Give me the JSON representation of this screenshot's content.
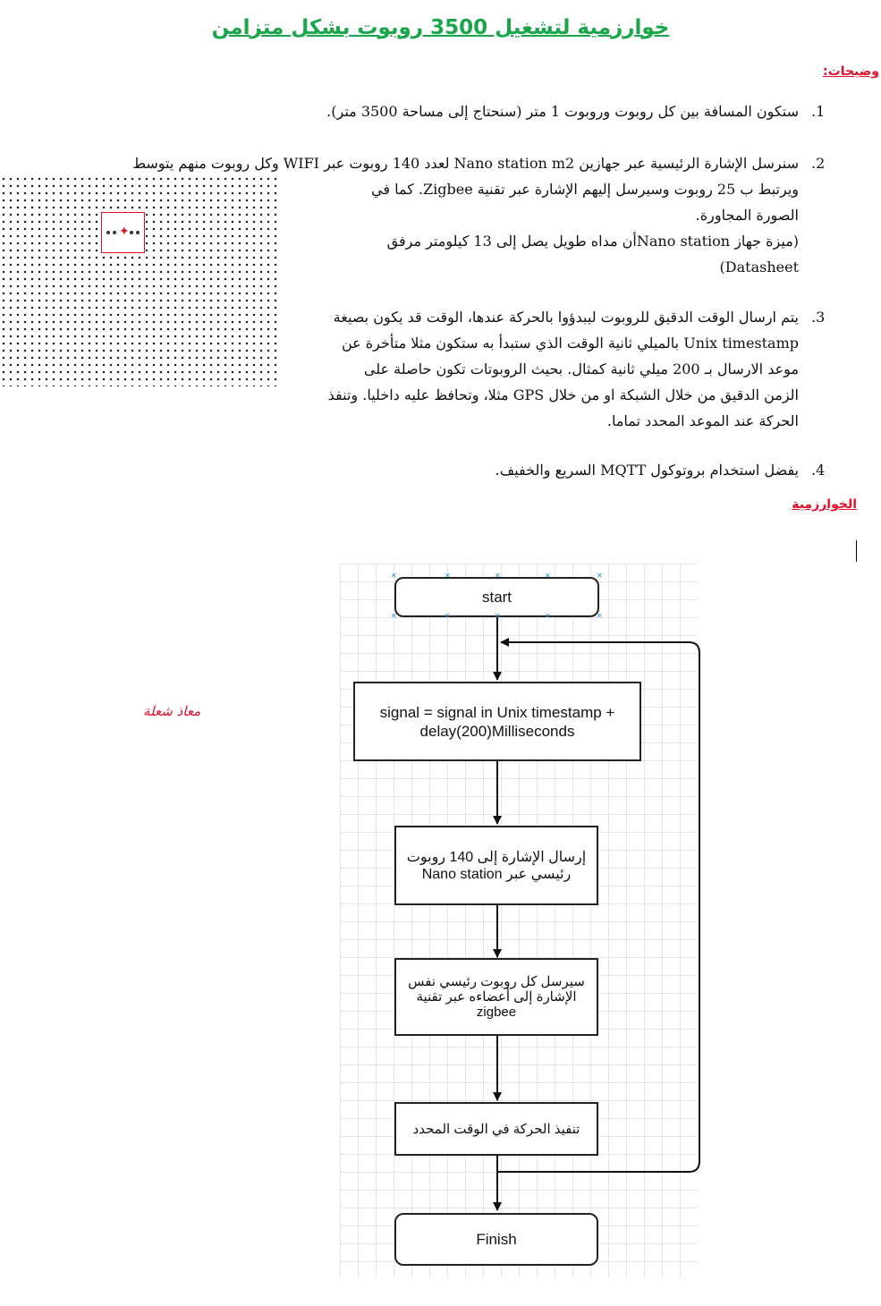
{
  "title": "خوارزمية لتشغيل 3500 روبوت بشكل متزامن",
  "clarifications_heading": "وضيحات:",
  "items": [
    {
      "number": ".1",
      "lines": [
        "ستكون المسافة بين كل روبوت وروبوت 1 متر (سنحتاج إلى مساحة 3500 متر)."
      ]
    },
    {
      "number": ".2",
      "lines": [
        "سنرسل الإشارة الرئيسية عبر جهازين Nano station m2 لعدد 140 روبوت عبر WIFI وكل روبوت منهم يتوسط",
        "ويرتبط ب 25 روبوت وسيرسل إليهم الإشارة عبر تقنية Zigbee. كما في",
        "الصورة المجاورة.",
        "(ميزة جهاز Nano stationأن مداه طويل يصل إلى 13 كيلومتر مرفق",
        "Datasheet)"
      ]
    },
    {
      "number": ".3",
      "lines": [
        "يتم ارسال الوقت الدقيق للروبوت ليبدؤوا بالحركة عندها، الوقت قد يكون بصيغة",
        "Unix timestamp بالميلي ثانية الوقت الذي ستبدأ به ستكون مثلا متأخرة عن",
        "موعد الارسال بـ 200 ميلي ثانية كمثال. بحيث الروبوتات تكون حاصلة على",
        "الزمن الدقيق من خلال الشبكة او من خلال GPS مثلا، وتحافظ عليه داخليا. وتنفذ",
        "الحركة عند الموعد المحدد تماما."
      ]
    },
    {
      "number": ".4",
      "lines": [
        "يفضل استخدام بروتوكول MQTT السريع والخفيف."
      ]
    }
  ],
  "algorithm_heading": "الخوارزمية",
  "signature": "معاذ شعلة",
  "flowchart": {
    "start": "start",
    "step1": "signal = signal in Unix timestamp + delay(200)Milliseconds",
    "step2": "إرسال الإشارة إلى 140 روبوت رئيسي عبر Nano station",
    "step3": "سيرسل كل روبوت رئيسي نفس الإشارة إلى أعضاءه عبر تقنية zigbee",
    "step4": "تنفيذ الحركة في الوقت المحدد",
    "finish": "Finish"
  }
}
